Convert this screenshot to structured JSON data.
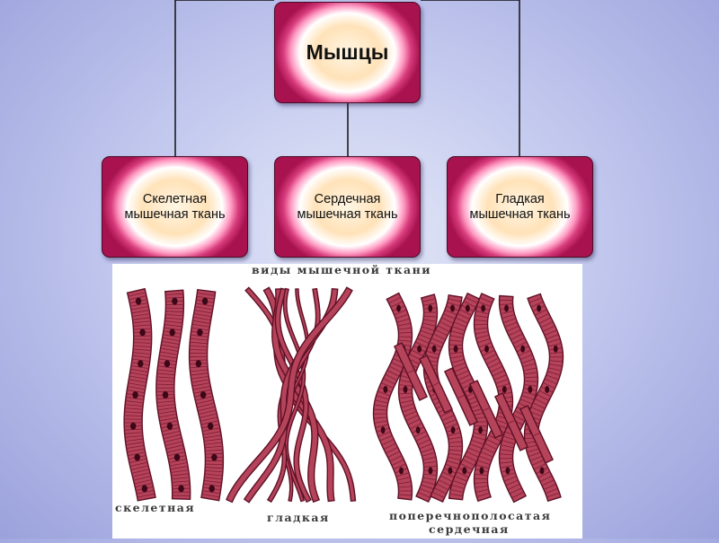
{
  "diagram": {
    "root": {
      "label": "Мышцы"
    },
    "children": [
      {
        "id": "skeletal",
        "line1": "Скелетная",
        "line2": "мышечная ткань"
      },
      {
        "id": "cardiac",
        "line1": "Сердечная",
        "line2": "мышечная ткань"
      },
      {
        "id": "smooth",
        "line1": "Гладкая",
        "line2": "мышечная ткань"
      }
    ]
  },
  "figure": {
    "title": "виды мышечной ткани",
    "labels": {
      "skeletal": "скелетная",
      "smooth": "гладкая",
      "cardiac_line1": "поперечнополосатая",
      "cardiac_line2": "сердечная"
    }
  },
  "colors": {
    "fiber_fill": "#b5435a",
    "fiber_stroke": "#5e1026",
    "striation": "#7d1e36",
    "nucleus": "#3d0717",
    "node_rim": "#a8124f",
    "node_center": "#fff6e4",
    "connector": "#111111"
  }
}
